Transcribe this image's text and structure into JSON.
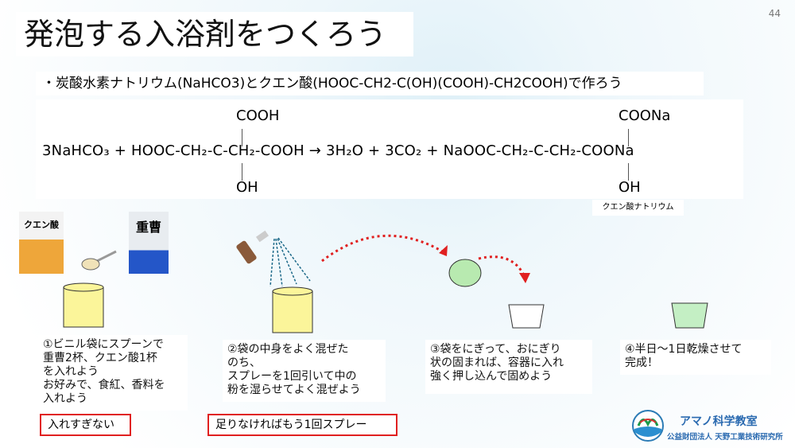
{
  "page_number": "44",
  "title": "発泡する入浴剤をつくろう",
  "subtitle": "・炭酸水素ナトリウム(NaHCO3)とクエン酸(HOOC-CH2-C(OH)(COOH)-CH2COOH)で作ろう",
  "equation": {
    "left_top": "COOH",
    "left_bottom": "OH",
    "right_top": "COONa",
    "right_bottom": "OH",
    "main": "3NaHCO₃ + HOOC-CH₂-C-CH₂-COOH → 3H₂O + 3CO₂ + NaOOC-CH₂-C-CH₂-COONa",
    "product_label": "クエン酸ナトリウム"
  },
  "packages": {
    "citric": "クエン酸",
    "soda": "重曹"
  },
  "steps": [
    {
      "text": "①ビニル袋にスプーンで\n重曹2杯、クエン酸1杯\nを入れよう\nお好みで、食紅、香料を\n入れよう"
    },
    {
      "text": "②袋の中身をよく混ぜた\nのち、\nスプレーを1回引いて中の\n粉を湿らせてよく混ぜよう"
    },
    {
      "text": "③袋をにぎって、おにぎり\n状の固まれば、容器に入れ\n強く押し込んで固めよう"
    },
    {
      "text": "④半日〜1日乾燥させて\n完成！"
    }
  ],
  "notes": [
    "入れすぎない",
    "足りなければもう1回スプレー"
  ],
  "logo": {
    "name": "アマノ科学教室",
    "org": "公益財団法人 天野工業技術研究所"
  }
}
